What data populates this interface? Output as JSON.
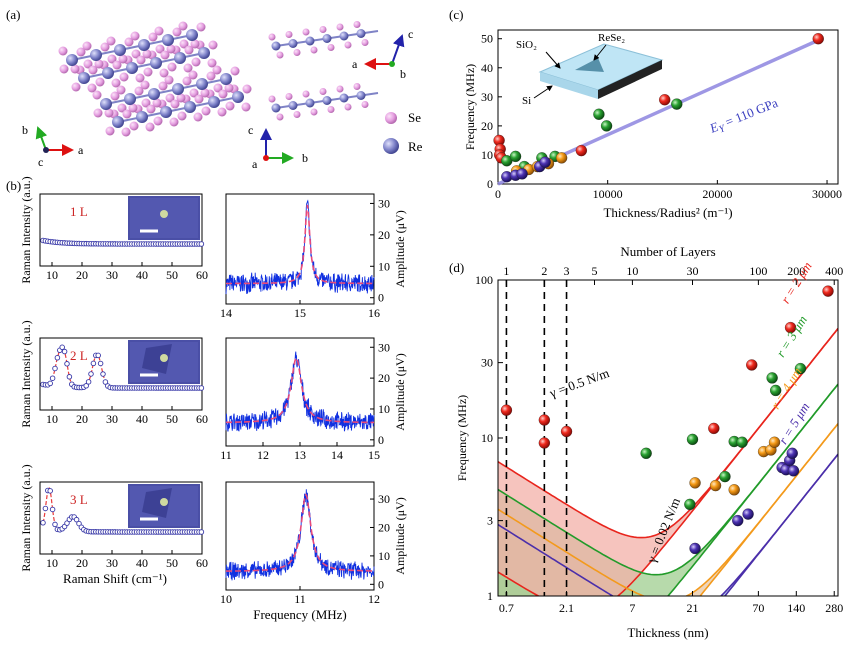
{
  "panels": {
    "a": "(a)",
    "b": "(b)",
    "c": "(c)",
    "d": "(d)"
  },
  "structure": {
    "axes_labels": {
      "a": "a",
      "b": "b",
      "c": "c"
    },
    "legend": [
      {
        "label": "Se",
        "color": "#e7a4e1"
      },
      {
        "label": "Re",
        "color": "#7b7fc4"
      }
    ]
  },
  "chart_data": [
    {
      "id": "raman-1L",
      "type": "scatter",
      "title": "1 L",
      "xlabel": "",
      "ylabel": "Raman Intensity (a.u.)",
      "xlim": [
        6,
        60
      ],
      "xticks": [
        10,
        20,
        30,
        40,
        50,
        60
      ],
      "peaks": []
    },
    {
      "id": "raman-2L",
      "type": "scatter",
      "title": "2 L",
      "xlabel": "",
      "ylabel": "Raman Intensity (a.u.)",
      "xlim": [
        6,
        60
      ],
      "xticks": [
        10,
        20,
        30,
        40,
        50,
        60
      ],
      "peaks": [
        {
          "x": 12,
          "h": 0.55,
          "w": 1.2
        },
        {
          "x": 14,
          "h": 0.75,
          "w": 1.2
        },
        {
          "x": 25,
          "h": 0.8,
          "w": 1.5
        }
      ]
    },
    {
      "id": "raman-3L",
      "type": "scatter",
      "title": "3 L",
      "xlabel": "Raman Shift (cm⁻¹)",
      "ylabel": "Raman Intensity (a.u.)",
      "xlim": [
        6,
        60
      ],
      "xticks": [
        10,
        20,
        30,
        40,
        50,
        60
      ],
      "peaks": [
        {
          "x": 9,
          "h": 1.0,
          "w": 1.0
        },
        {
          "x": 17,
          "h": 0.35,
          "w": 1.8
        }
      ]
    },
    {
      "id": "res-1L",
      "type": "line",
      "xlabel": "",
      "ylabel": "Amplitude (μV)",
      "xlim": [
        14,
        16
      ],
      "ylim": [
        -2,
        33
      ],
      "xticks": [
        14,
        15,
        16
      ],
      "yticks": [
        0,
        10,
        20,
        30
      ],
      "center": 15.1,
      "width": 0.04,
      "peak": 25,
      "baseline": 4.5,
      "noise": 3.5
    },
    {
      "id": "res-2L",
      "type": "line",
      "xlabel": "",
      "ylabel": "Amplitude (μV)",
      "xlim": [
        11,
        15
      ],
      "ylim": [
        -2,
        33
      ],
      "xticks": [
        11,
        12,
        13,
        14,
        15
      ],
      "yticks": [
        0,
        10,
        20,
        30
      ],
      "center": 12.9,
      "width": 0.17,
      "peak": 21,
      "baseline": 5.5,
      "noise": 3.5
    },
    {
      "id": "res-3L",
      "type": "line",
      "xlabel": "Frequency (MHz)",
      "ylabel": "Amplitude (μV)",
      "xlim": [
        10,
        12
      ],
      "ylim": [
        -2,
        36
      ],
      "xticks": [
        10,
        11,
        12
      ],
      "yticks": [
        0,
        10,
        20,
        30
      ],
      "center": 11.08,
      "width": 0.08,
      "peak": 27,
      "baseline": 4.5,
      "noise": 3.5
    },
    {
      "id": "panel-c",
      "type": "scatter",
      "xlabel": "Thickness/Radius² (m⁻¹)",
      "ylabel": "Frequency (MHz)",
      "xlim": [
        0,
        31000
      ],
      "ylim": [
        0,
        53
      ],
      "xticks": [
        0,
        10000,
        20000,
        30000
      ],
      "yticks": [
        0,
        10,
        20,
        30,
        40,
        50
      ],
      "fit": {
        "label": "E",
        "label_sub": "Y",
        "label_rest": " = 110 GPa",
        "x": [
          0,
          29500
        ],
        "y": [
          0,
          50
        ]
      },
      "inset_labels": {
        "substrate": "SiO₂",
        "sample": "ReSe₂",
        "si": "Si"
      },
      "points": [
        {
          "x": 100,
          "y": 15,
          "c": "red"
        },
        {
          "x": 200,
          "y": 12,
          "c": "red"
        },
        {
          "x": 150,
          "y": 10,
          "c": "red"
        },
        {
          "x": 300,
          "y": 9,
          "c": "red"
        },
        {
          "x": 7600,
          "y": 11.5,
          "c": "red"
        },
        {
          "x": 15200,
          "y": 29,
          "c": "red"
        },
        {
          "x": 29200,
          "y": 50,
          "c": "red"
        },
        {
          "x": 800,
          "y": 8,
          "c": "green"
        },
        {
          "x": 1600,
          "y": 9.5,
          "c": "green"
        },
        {
          "x": 2400,
          "y": 6,
          "c": "green"
        },
        {
          "x": 4000,
          "y": 9,
          "c": "green"
        },
        {
          "x": 5200,
          "y": 9.5,
          "c": "green"
        },
        {
          "x": 9200,
          "y": 24,
          "c": "green"
        },
        {
          "x": 9900,
          "y": 20,
          "c": "green"
        },
        {
          "x": 16300,
          "y": 27.5,
          "c": "green"
        },
        {
          "x": 1700,
          "y": 4.5,
          "c": "orange"
        },
        {
          "x": 2800,
          "y": 5,
          "c": "orange"
        },
        {
          "x": 3600,
          "y": 6,
          "c": "orange"
        },
        {
          "x": 4600,
          "y": 7,
          "c": "orange"
        },
        {
          "x": 5800,
          "y": 9,
          "c": "orange"
        },
        {
          "x": 800,
          "y": 2.5,
          "c": "purple"
        },
        {
          "x": 1600,
          "y": 3,
          "c": "purple"
        },
        {
          "x": 2200,
          "y": 3.5,
          "c": "purple"
        },
        {
          "x": 3800,
          "y": 6,
          "c": "purple"
        },
        {
          "x": 4300,
          "y": 7.5,
          "c": "purple"
        }
      ]
    },
    {
      "id": "panel-d",
      "type": "line",
      "xlabel": "Thickness (nm)",
      "ylabel": "Frequency (MHz)",
      "top_xlabel": "Number of Layers",
      "xscale": "log",
      "yscale": "log",
      "xlim": [
        0.6,
        300
      ],
      "ylim": [
        1,
        100
      ],
      "xticks": [
        0.7,
        2.1,
        7,
        21,
        70,
        140,
        280
      ],
      "yticks": [
        1,
        3,
        10,
        30,
        100
      ],
      "top_ticks": [
        {
          "n": 1,
          "t": 0.7
        },
        {
          "n": 2,
          "t": 1.4
        },
        {
          "n": 3,
          "t": 2.1
        },
        {
          "n": 5,
          "t": 3.5
        },
        {
          "n": 10,
          "t": 7
        },
        {
          "n": 30,
          "t": 21
        },
        {
          "n": 100,
          "t": 70
        },
        {
          "n": 200,
          "t": 140
        },
        {
          "n": 400,
          "t": 280
        }
      ],
      "dashed_x": [
        0.7,
        1.4,
        2.1
      ],
      "annotations": [
        {
          "text": "γ = 0.5 N/m",
          "x": 1.6,
          "y": 18,
          "angle": -20
        },
        {
          "text": "γ = 0.02 N/m",
          "x": 10.5,
          "y": 1.6,
          "angle": -68
        },
        {
          "text": "r = 2 μm",
          "x": 120,
          "y": 70,
          "angle": -58,
          "color": "#e8251d"
        },
        {
          "text": "r = 3 μm",
          "x": 110,
          "y": 32,
          "angle": -58,
          "color": "#229b2a"
        },
        {
          "text": "r = 4 μm",
          "x": 100,
          "y": 15,
          "angle": -58,
          "color": "#f39a1c"
        },
        {
          "text": "r = 5 μm",
          "x": 115,
          "y": 9,
          "angle": -58,
          "color": "#4b2faa"
        }
      ],
      "bands": [
        {
          "r": 2,
          "color": "#e8251d",
          "fill": "#f3b0a8"
        },
        {
          "r": 3,
          "color": "#229b2a",
          "fill": "#9fcd8f"
        },
        {
          "r": 4,
          "color": "#f39a1c",
          "fill": "#e8c7a4"
        },
        {
          "r": 5,
          "color": "#4b2faa",
          "fill": "#a8c9ea"
        }
      ],
      "points": [
        {
          "x": 0.7,
          "y": 15,
          "c": "red"
        },
        {
          "x": 1.4,
          "y": 13,
          "c": "red"
        },
        {
          "x": 1.4,
          "y": 9.3,
          "c": "red"
        },
        {
          "x": 2.1,
          "y": 11,
          "c": "red"
        },
        {
          "x": 31,
          "y": 11.5,
          "c": "red"
        },
        {
          "x": 62,
          "y": 29,
          "c": "red"
        },
        {
          "x": 126,
          "y": 50,
          "c": "red"
        },
        {
          "x": 250,
          "y": 85,
          "c": "red"
        },
        {
          "x": 9,
          "y": 8,
          "c": "green"
        },
        {
          "x": 21,
          "y": 9.8,
          "c": "green"
        },
        {
          "x": 38,
          "y": 5.7,
          "c": "green"
        },
        {
          "x": 45,
          "y": 9.5,
          "c": "green"
        },
        {
          "x": 52,
          "y": 9.4,
          "c": "green"
        },
        {
          "x": 90,
          "y": 24,
          "c": "green"
        },
        {
          "x": 96,
          "y": 20,
          "c": "green"
        },
        {
          "x": 151,
          "y": 27.5,
          "c": "green"
        },
        {
          "x": 22,
          "y": 5.2,
          "c": "orange"
        },
        {
          "x": 32,
          "y": 5.0,
          "c": "orange"
        },
        {
          "x": 45,
          "y": 4.7,
          "c": "orange"
        },
        {
          "x": 77,
          "y": 8.2,
          "c": "orange"
        },
        {
          "x": 88,
          "y": 8.4,
          "c": "orange"
        },
        {
          "x": 94,
          "y": 9.4,
          "c": "orange"
        },
        {
          "x": 20,
          "y": 3.8,
          "c": "green"
        },
        {
          "x": 22,
          "y": 2.0,
          "c": "purple"
        },
        {
          "x": 48,
          "y": 3.0,
          "c": "purple"
        },
        {
          "x": 58,
          "y": 3.3,
          "c": "purple"
        },
        {
          "x": 108,
          "y": 6.5,
          "c": "purple"
        },
        {
          "x": 116,
          "y": 6.3,
          "c": "purple"
        },
        {
          "x": 124,
          "y": 7.2,
          "c": "purple"
        },
        {
          "x": 130,
          "y": 8.0,
          "c": "purple"
        },
        {
          "x": 133,
          "y": 6.2,
          "c": "purple"
        }
      ]
    }
  ]
}
